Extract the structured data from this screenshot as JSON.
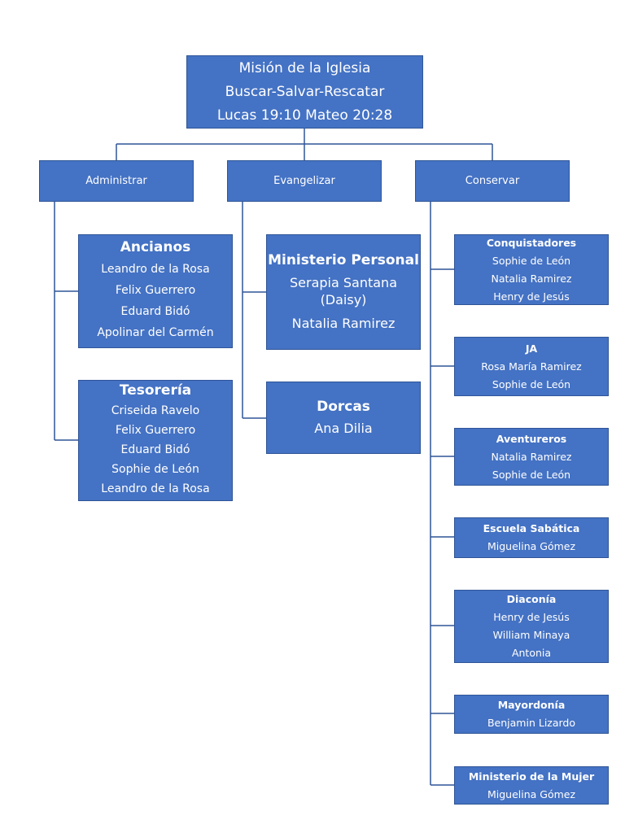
{
  "root": {
    "lines": [
      "Misión de la Iglesia",
      "Buscar-Salvar-Rescatar",
      "Lucas 19:10  Mateo 20:28"
    ]
  },
  "branches": [
    "Administrar",
    "Evangelizar",
    "Conservar"
  ],
  "administrar": [
    {
      "title": "Ancianos",
      "members": [
        "Leandro de la Rosa",
        "Felix  Guerrero",
        "Eduard Bidó",
        "Apolinar del Carmén"
      ]
    },
    {
      "title": "Tesorería",
      "members": [
        "Criseida Ravelo",
        "Felix Guerrero",
        "Eduard Bidó",
        "Sophie de León",
        "Leandro de la Rosa"
      ]
    }
  ],
  "evangelizar": [
    {
      "title": "Ministerio Personal",
      "members": [
        "Serapia Santana (Daisy)",
        "Natalia Ramirez"
      ]
    },
    {
      "title": "Dorcas",
      "members": [
        "Ana Dilia"
      ]
    }
  ],
  "conservar": [
    {
      "title": "Conquistadores",
      "members": [
        "Sophie de León",
        "Natalia Ramirez",
        "Henry de Jesús"
      ]
    },
    {
      "title": "JA",
      "members": [
        "Rosa María Ramirez",
        "Sophie de León"
      ]
    },
    {
      "title": "Aventureros",
      "members": [
        "Natalia Ramirez",
        "Sophie de León"
      ]
    },
    {
      "title": "Escuela Sabática",
      "members": [
        "Miguelina Gómez"
      ]
    },
    {
      "title": "Diaconía",
      "members": [
        "Henry de Jesús",
        "William  Minaya",
        "Antonia"
      ]
    },
    {
      "title": "Mayordonía",
      "members": [
        "Benjamin Lizardo"
      ]
    },
    {
      "title": "Ministerio de la Mujer",
      "members": [
        "Miguelina Gómez"
      ]
    }
  ]
}
